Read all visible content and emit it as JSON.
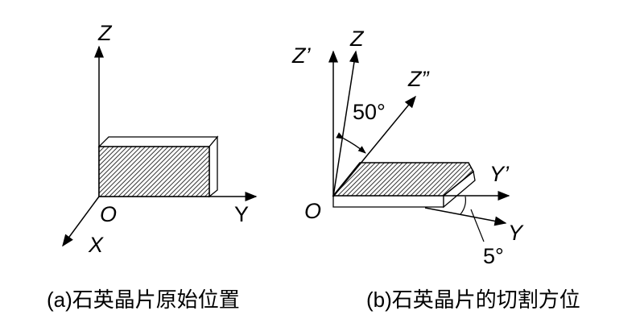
{
  "figure_a": {
    "caption": "(a)石英晶片原始位置",
    "axis_z": "Z",
    "axis_y": "Y",
    "axis_x": "X",
    "origin": "O"
  },
  "figure_b": {
    "caption": "(b)石英晶片的切割方位",
    "axis_z": "Z",
    "axis_z_prime": "Z’",
    "axis_z_double_prime": "Z”",
    "axis_y_prime": "Y’",
    "axis_y": "Y",
    "origin": "O",
    "angle_cut": "50°",
    "angle_tilt": "5°"
  }
}
